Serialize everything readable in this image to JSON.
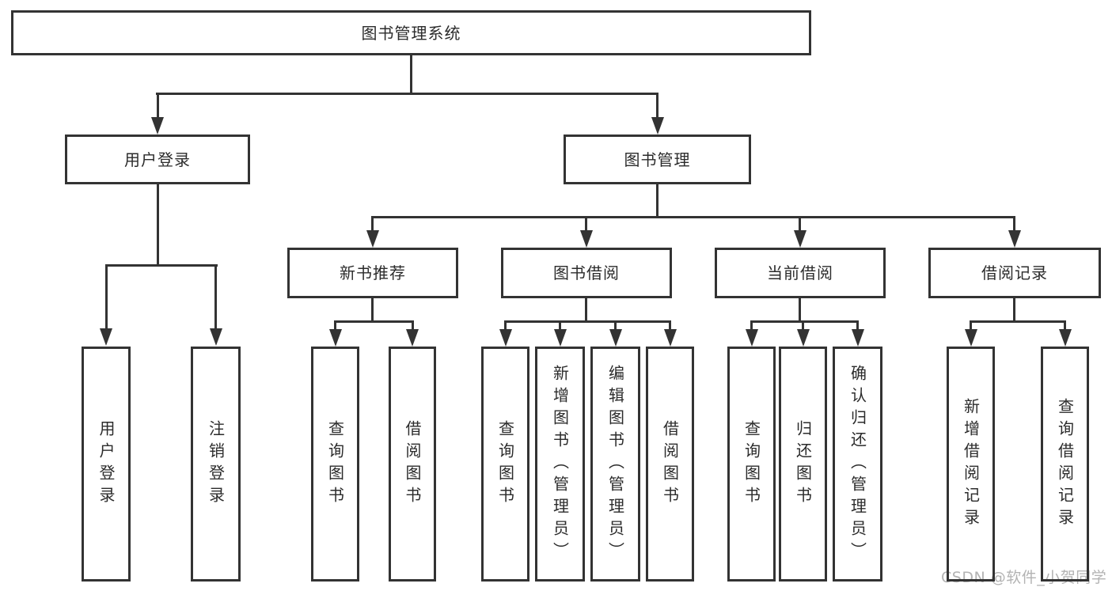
{
  "colors": {
    "line": "#333333",
    "text": "#2b2b2b",
    "watermark": "#b3b3b3",
    "background": "#ffffff"
  },
  "tree": {
    "root": {
      "label": "图书管理系统",
      "children": [
        {
          "label": "用户登录",
          "children": [
            {
              "label": "用户登录"
            },
            {
              "label": "注销登录"
            }
          ]
        },
        {
          "label": "图书管理",
          "children": [
            {
              "label": "新书推荐",
              "children": [
                {
                  "label": "查询图书"
                },
                {
                  "label": "借阅图书"
                }
              ]
            },
            {
              "label": "图书借阅",
              "children": [
                {
                  "label": "查询图书"
                },
                {
                  "label": "新增图书（管理员）"
                },
                {
                  "label": "编辑图书（管理员）"
                },
                {
                  "label": "借阅图书"
                }
              ]
            },
            {
              "label": "当前借阅",
              "children": [
                {
                  "label": "查询图书"
                },
                {
                  "label": "归还图书"
                },
                {
                  "label": "确认归还（管理员）"
                }
              ]
            },
            {
              "label": "借阅记录",
              "children": [
                {
                  "label": "新增借阅记录"
                },
                {
                  "label": "查询借阅记录"
                }
              ]
            }
          ]
        }
      ]
    }
  },
  "watermark": {
    "text": "CSDN @软件_小贺同学"
  }
}
